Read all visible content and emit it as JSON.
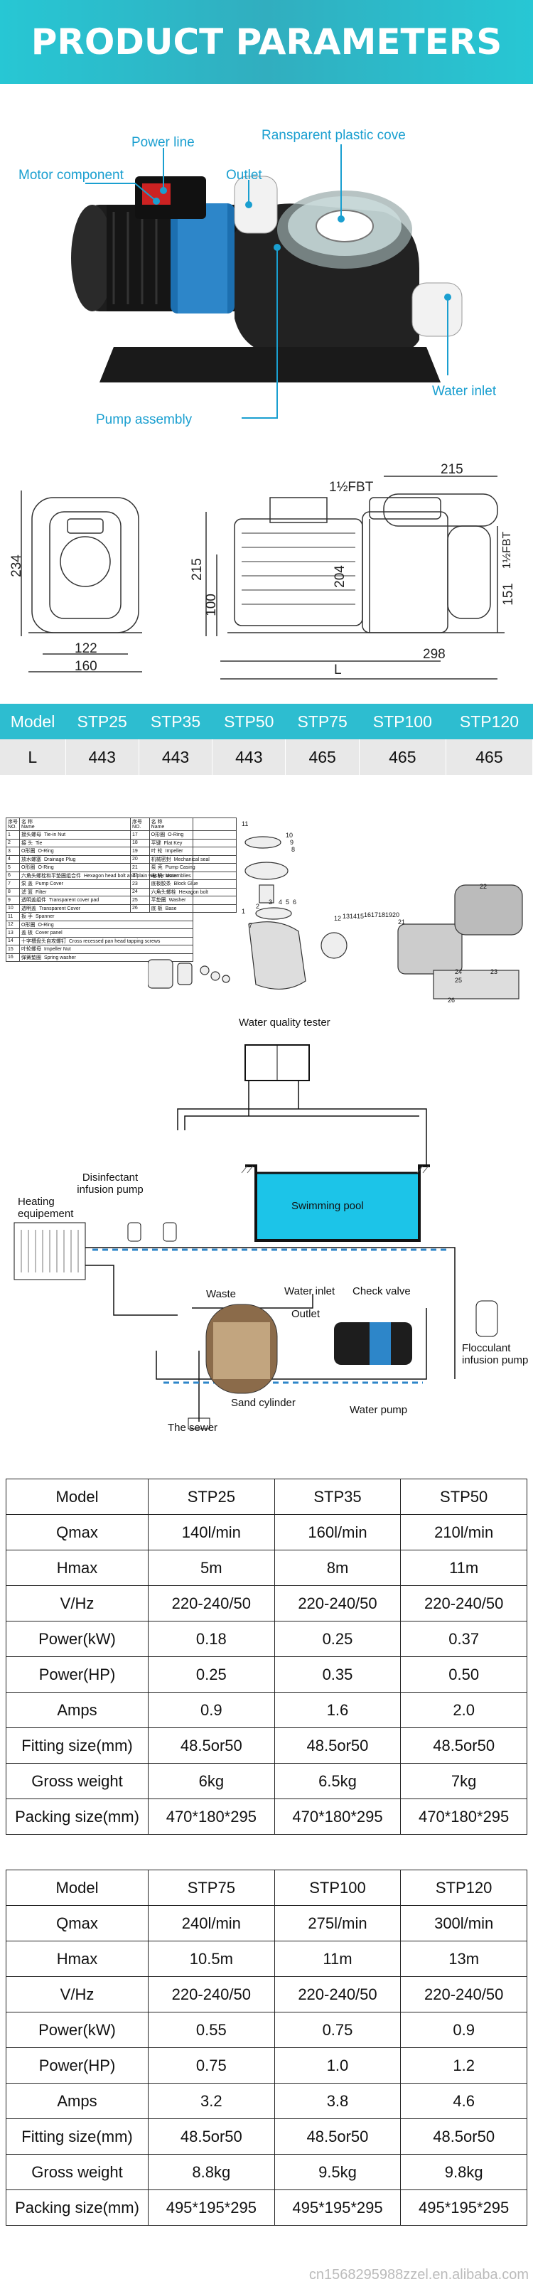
{
  "header": {
    "title": "PRODUCT PARAMETERS"
  },
  "callouts": {
    "power_line": "Power line",
    "transparent_cover": "Ransparent plastic cove",
    "motor_component": "Motor component",
    "outlet": "Outlet",
    "water_inlet": "Water inlet",
    "pump_assembly": "Pump assembly"
  },
  "dimensions": {
    "d234": "234",
    "d122": "122",
    "d160": "160",
    "d215_side": "215",
    "d100": "100",
    "d204": "204",
    "d215_top": "215",
    "fbt_top": "1½FBT",
    "fbt_side": "1½FBT",
    "d151": "151",
    "d298": "298",
    "L": "L"
  },
  "models_table": {
    "header": [
      "Model",
      "STP25",
      "STP35",
      "STP50",
      "STP75",
      "STP100",
      "STP120"
    ],
    "row": [
      "L",
      "443",
      "443",
      "443",
      "465",
      "465",
      "465"
    ]
  },
  "parts_list": {
    "head": [
      "序号\nNO.",
      "名 称\nName"
    ],
    "left": [
      [
        "1",
        "接头螺母",
        "Tie-in Nut"
      ],
      [
        "2",
        "接 头",
        "Tie"
      ],
      [
        "3",
        "O形圈",
        "O-Ring"
      ],
      [
        "4",
        "放水螺塞",
        "Drainage Plug"
      ],
      [
        "5",
        "O形圈",
        "O-Ring"
      ],
      [
        "6",
        "六角头螺栓和平垫圈组合件",
        "Hexagon head bolt and plain washer assemblies"
      ],
      [
        "7",
        "泵 盖",
        "Pump Cover"
      ],
      [
        "8",
        "滤 篮",
        "Filter"
      ],
      [
        "9",
        "透明盖组件",
        "Transparent cover pad"
      ],
      [
        "10",
        "透明盖",
        "Transparent Cover"
      ],
      [
        "11",
        "扳 手",
        "Spanner"
      ],
      [
        "12",
        "O形圈",
        "O-Ring"
      ],
      [
        "13",
        "盖 板",
        "Cover panel"
      ],
      [
        "14",
        "十字槽盘头自攻螺钉",
        "Cross recessed pan head tapping screws"
      ],
      [
        "15",
        "叶轮螺母",
        "Impeller Nut"
      ],
      [
        "16",
        "弹簧垫圈",
        "Spring washer"
      ]
    ],
    "right": [
      [
        "17",
        "O形圈",
        "O-Ring"
      ],
      [
        "18",
        "平键",
        "Flat Key"
      ],
      [
        "19",
        "叶 轮",
        "Impeller"
      ],
      [
        "20",
        "机械密封",
        "Mechanical seal"
      ],
      [
        "21",
        "泵 壳",
        "Pump Casing"
      ],
      [
        "22",
        "电 机",
        "Motor"
      ],
      [
        "23",
        "底板胶条",
        "Block Glue"
      ],
      [
        "24",
        "六角头螺栓",
        "Hexagon bolt"
      ],
      [
        "25",
        "平垫圈",
        "Washer"
      ],
      [
        "26",
        "底 板",
        "Base"
      ]
    ],
    "diagram_numbers": [
      "1",
      "2",
      "3",
      "4",
      "5",
      "6",
      "7",
      "8",
      "9",
      "10",
      "11",
      "12",
      "13",
      "14",
      "15",
      "16",
      "17",
      "18",
      "19",
      "20",
      "21",
      "22",
      "23",
      "24",
      "25",
      "26"
    ]
  },
  "system_diagram": {
    "water_quality_tester": "Water quality tester",
    "disinfectant_pump": "Disinfectant infusion pump",
    "heating_equipment": "Heating equipement",
    "swimming_pool": "Swimming pool",
    "waste": "Waste",
    "water_inlet": "Water inlet",
    "check_valve": "Check valve",
    "outlet": "Outlet",
    "flocculant_pump": "Flocculant infusion pump",
    "sand_cylinder": "Sand cylinder",
    "water_pump": "Water pump",
    "sewer": "The sewer"
  },
  "spec_table_1": {
    "header": [
      "Model",
      "STP25",
      "STP35",
      "STP50"
    ],
    "rows": [
      [
        "Qmax",
        "140l/min",
        "160l/min",
        "210l/min"
      ],
      [
        "Hmax",
        "5m",
        "8m",
        "11m"
      ],
      [
        "V/Hz",
        "220-240/50",
        "220-240/50",
        "220-240/50"
      ],
      [
        "Power(kW)",
        "0.18",
        "0.25",
        "0.37"
      ],
      [
        "Power(HP)",
        "0.25",
        "0.35",
        "0.50"
      ],
      [
        "Amps",
        "0.9",
        "1.6",
        "2.0"
      ],
      [
        "Fitting size(mm)",
        "48.5or50",
        "48.5or50",
        "48.5or50"
      ],
      [
        "Gross weight",
        "6kg",
        "6.5kg",
        "7kg"
      ],
      [
        "Packing size(mm)",
        "470*180*295",
        "470*180*295",
        "470*180*295"
      ]
    ]
  },
  "spec_table_2": {
    "header": [
      "Model",
      "STP75",
      "STP100",
      "STP120"
    ],
    "rows": [
      [
        "Qmax",
        "240l/min",
        "275l/min",
        "300l/min"
      ],
      [
        "Hmax",
        "10.5m",
        "11m",
        "13m"
      ],
      [
        "V/Hz",
        "220-240/50",
        "220-240/50",
        "220-240/50"
      ],
      [
        "Power(kW)",
        "0.55",
        "0.75",
        "0.9"
      ],
      [
        "Power(HP)",
        "0.75",
        "1.0",
        "1.2"
      ],
      [
        "Amps",
        "3.2",
        "3.8",
        "4.6"
      ],
      [
        "Fitting size(mm)",
        "48.5or50",
        "48.5or50",
        "48.5or50"
      ],
      [
        "Gross weight",
        "8.8kg",
        "9.5kg",
        "9.8kg"
      ],
      [
        "Packing size(mm)",
        "495*195*295",
        "495*195*295",
        "495*195*295"
      ]
    ]
  },
  "watermark": "cn1568295988zzel.en.alibaba.com"
}
